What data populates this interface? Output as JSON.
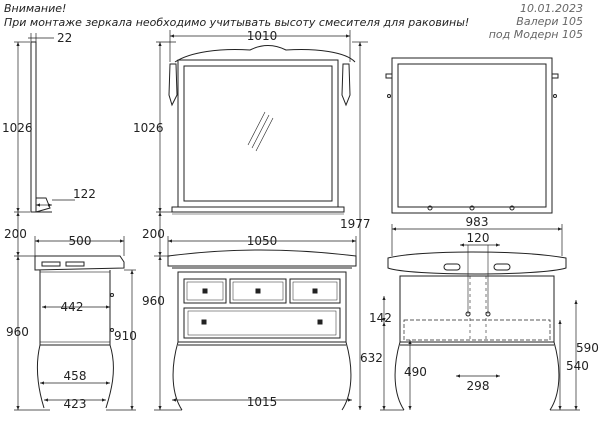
{
  "header": {
    "warning_title": "Внимание!",
    "warning_text": "При монтаже зеркала необходимо учитывать высоту смесителя для раковины!"
  },
  "meta": {
    "date": "10.01.2023",
    "model_line_1": "Валери 105",
    "model_line_2": "под Модерн 105"
  },
  "dimensions": {
    "mirror_depth": "22",
    "mirror_height_side": "1026",
    "shelf_depth": "122",
    "mirror_width": "1010",
    "mirror_height_front": "1026",
    "total_height": "1977",
    "gap_left": "200",
    "gap_center": "200",
    "cabinet_depth": "500",
    "top_width": "1050",
    "inner_depth": "442",
    "cabinet_height_side": "960",
    "side_height_910": "910",
    "leg_depth_458": "458",
    "foot_depth_423": "423",
    "cabinet_height_front": "960",
    "base_width": "1015",
    "back_width": "983",
    "drain_spacing": "120",
    "inlet_142": "142",
    "height_632": "632",
    "height_490": "490",
    "span_298": "298",
    "height_590": "590",
    "height_540": "540"
  }
}
